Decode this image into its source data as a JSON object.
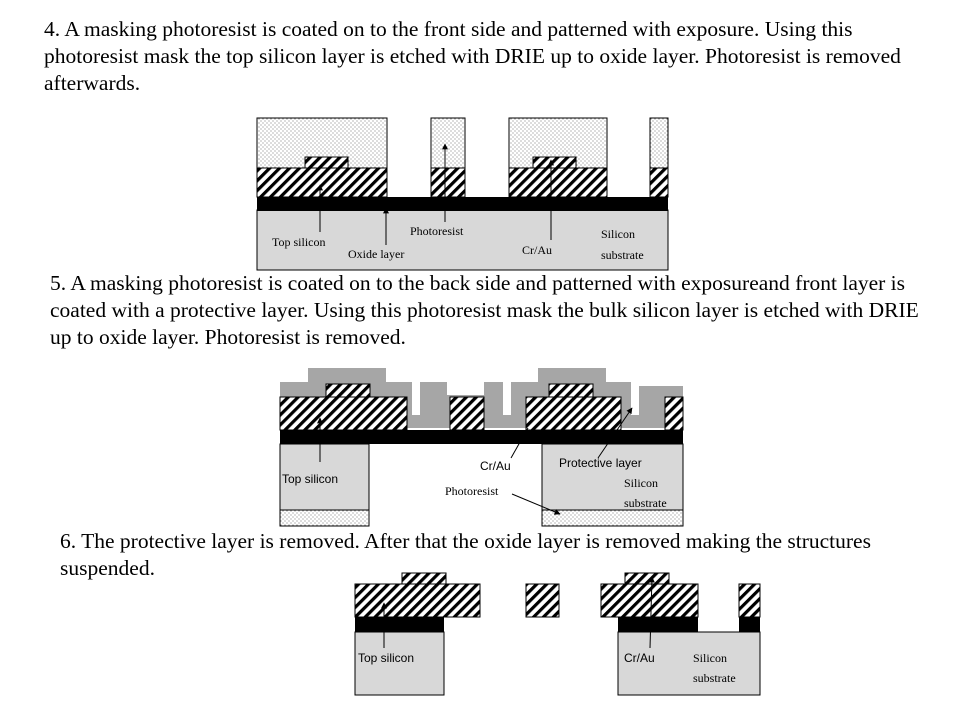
{
  "steps": [
    {
      "id": "step4",
      "text": "4. A masking photoresist is coated on to the front side and patterned with exposure. Using this photoresist mask the top silicon layer is etched with DRIE up to oxide layer. Photoresist is removed afterwards.",
      "labels": {
        "top_silicon": "Top silicon",
        "oxide_layer": "Oxide layer",
        "photoresist": "Photoresist",
        "cr_au": "Cr/Au",
        "silicon_1": "Silicon",
        "silicon_2": "substrate"
      }
    },
    {
      "id": "step5",
      "text": "5. A masking photoresist is coated on to the back side and patterned with exposureand front layer is coated with a protective layer. Using this photoresist mask the bulk silicon layer is etched with DRIE up to oxide layer. Photoresist is removed.",
      "labels": {
        "top_silicon": "Top silicon",
        "cr_au": "Cr/Au",
        "protective_layer": "Protective layer",
        "photoresist": "Photoresist",
        "silicon_1": "Silicon",
        "silicon_2": "substrate"
      }
    },
    {
      "id": "step6",
      "text": "6. The protective layer is removed. After that the oxide layer is removed making the structures suspended.",
      "labels": {
        "top_silicon": "Top silicon",
        "cr_au": "Cr/Au",
        "silicon_1": "Silicon",
        "silicon_2": "substrate"
      }
    }
  ],
  "colors": {
    "substrate": "#d8d8d8",
    "protective": "#a6a6a6",
    "oxide": "#000000",
    "hatch": "#000000"
  }
}
